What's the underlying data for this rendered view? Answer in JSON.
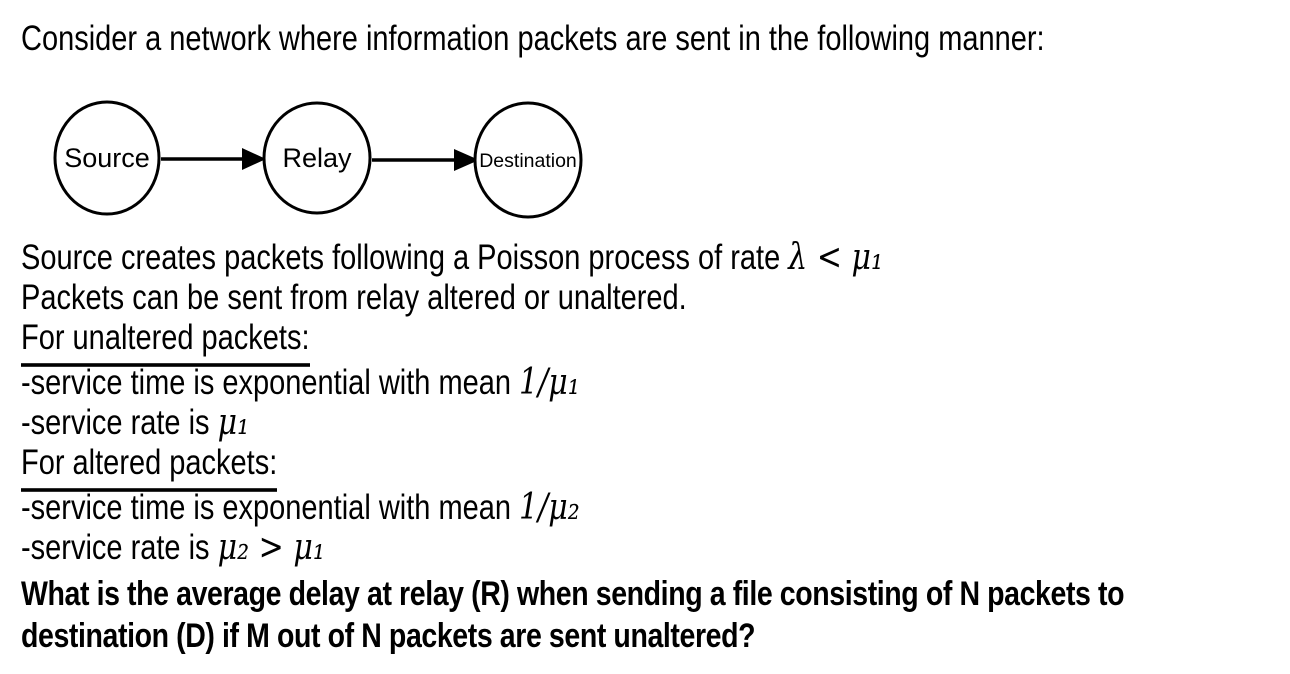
{
  "title": "Consider a network where information packets are sent in the following manner:",
  "diagram": {
    "nodes": [
      {
        "label": "Source"
      },
      {
        "label": "Relay"
      },
      {
        "label": "Destination"
      }
    ],
    "stroke_color": "#000000",
    "fill_color": "#ffffff"
  },
  "body": {
    "lines": [
      {
        "text": "Source creates packets following a Poisson process of rate ",
        "math": "λ < μ₁"
      },
      {
        "text": "Packets can be sent from relay altered or unaltered.",
        "math": ""
      },
      {
        "text": "For unaltered packets:",
        "math": ""
      },
      {
        "text": "-service time is exponential with mean ",
        "math": "1/μ₁"
      },
      {
        "text": "-service rate is ",
        "math": "μ₁"
      },
      {
        "text": "For altered packets:",
        "math": ""
      },
      {
        "text": "-service time is exponential with mean ",
        "math": "1/μ₂"
      },
      {
        "text": "-service rate is ",
        "math": "μ₂ > μ₁"
      }
    ],
    "question_line1": "What is the average delay at relay (R) when sending a file consisting of N packets to",
    "question_line2": "destination (D) if M out of N packets are sent unaltered?"
  },
  "colors": {
    "text": "#000000",
    "background": "#ffffff"
  }
}
